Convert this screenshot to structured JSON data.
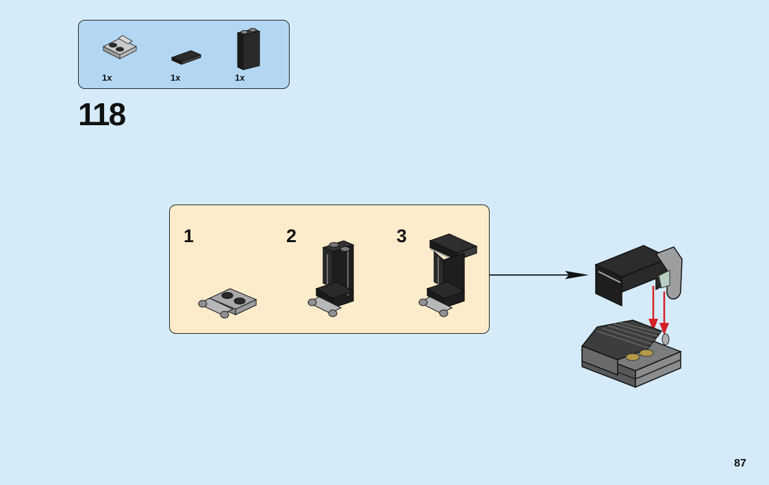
{
  "parts_list": {
    "items": [
      {
        "part": "light-gray-plate-1x2-with-bar-handle",
        "quantity": "1x"
      },
      {
        "part": "black-tile-1x2",
        "quantity": "1x"
      },
      {
        "part": "black-panel-1x2x2",
        "quantity": "1x"
      }
    ]
  },
  "step": {
    "number": "118"
  },
  "sub_assembly": {
    "steps": [
      {
        "number": "1"
      },
      {
        "number": "2"
      },
      {
        "number": "3"
      }
    ]
  },
  "colors": {
    "page_background": "#d5ebf9",
    "parts_box_background": "#b3d7f3",
    "sub_assembly_background": "#fdeccb",
    "placement_arrow": "#d42027"
  },
  "page": {
    "number": "87"
  }
}
